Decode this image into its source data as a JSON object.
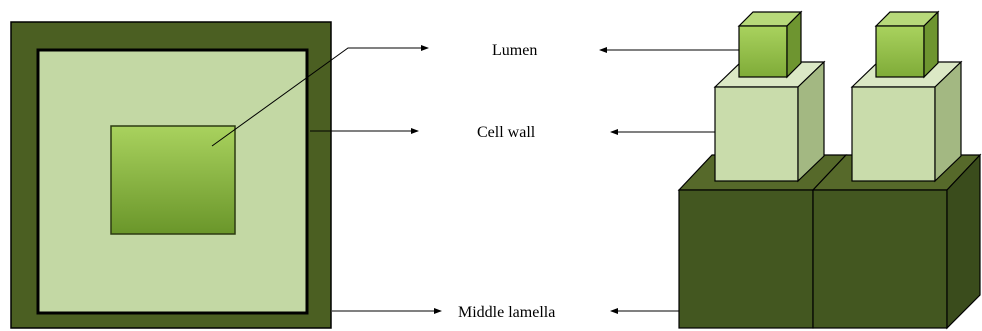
{
  "labels": {
    "lumen": "Lumen",
    "cell_wall": "Cell wall",
    "middle_lamella": "Middle lamella"
  },
  "colors": {
    "middle_lamella": "#4a5e22",
    "cell_wall": "#c3d8a4",
    "lumen_light": "#a8d05c",
    "lumen_dark": "#6f9a2c",
    "outline": "#000000"
  }
}
